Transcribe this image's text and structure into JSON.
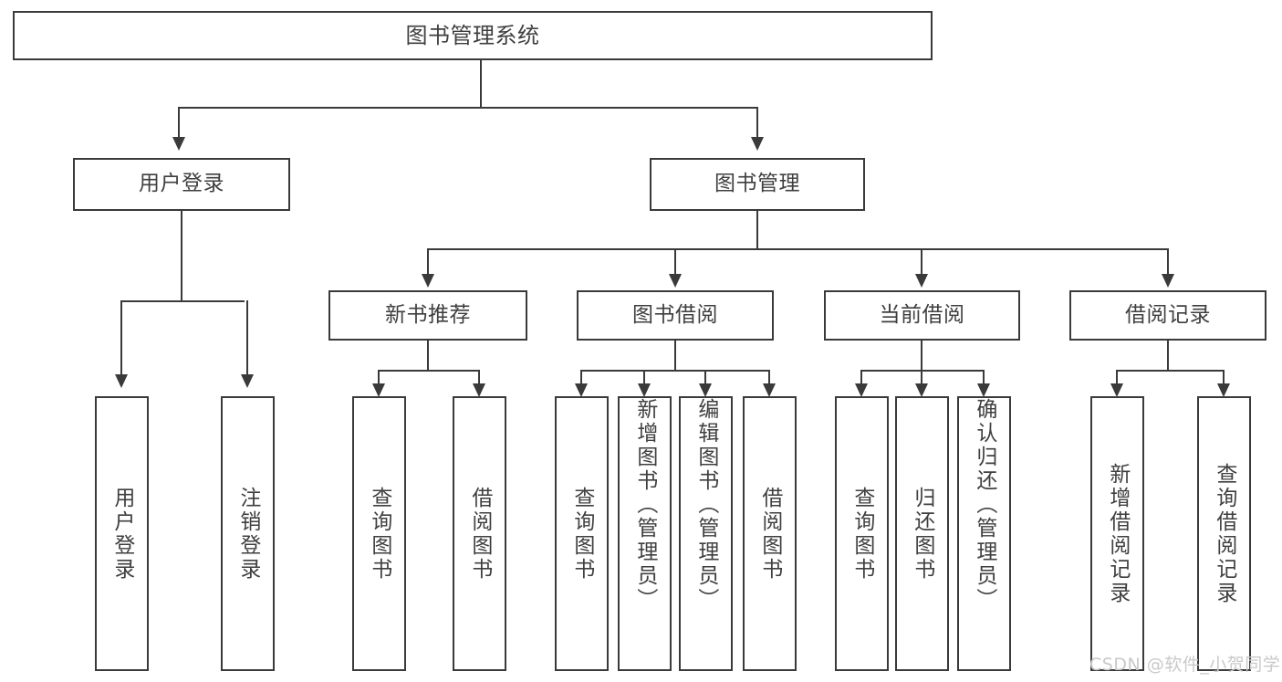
{
  "diagram": {
    "title": "图书管理系统",
    "type": "hierarchy-tree",
    "watermark": "CSDN @软件_小贺同学",
    "colors": {
      "box_border": "#3a3a3a",
      "box_fill": "#ffffff",
      "text": "#3f3f3f",
      "connector": "#3a3a3a",
      "watermark": "#c9c9c9",
      "background": "#ffffff"
    },
    "levels": {
      "level1": [
        "图书管理系统"
      ],
      "level2": [
        "用户登录",
        "图书管理"
      ],
      "level3": [
        "新书推荐",
        "图书借阅",
        "当前借阅",
        "借阅记录"
      ],
      "level4": [
        "用户登录",
        "注销登录",
        "查询图书",
        "借阅图书",
        "查询图书",
        "新增图书（管理员）",
        "编辑图书（管理员）",
        "借阅图书",
        "查询图书",
        "归还图书",
        "确认归还（管理员）",
        "新增借阅记录",
        "查询借阅记录"
      ]
    },
    "nodes": {
      "root": {
        "label": "图书管理系统"
      },
      "user_login": {
        "label": "用户登录"
      },
      "book_manage": {
        "label": "图书管理"
      },
      "new_book_rec": {
        "label": "新书推荐"
      },
      "book_borrow": {
        "label": "图书借阅"
      },
      "current_borrow": {
        "label": "当前借阅"
      },
      "borrow_record": {
        "label": "借阅记录"
      },
      "leaf_user_login": {
        "label": "用户登录"
      },
      "leaf_user_logout": {
        "label": "注销登录"
      },
      "leaf_nbr_query": {
        "label": "查询图书"
      },
      "leaf_nbr_borrow": {
        "label": "借阅图书"
      },
      "leaf_bb_query": {
        "label": "查询图书"
      },
      "leaf_bb_add": {
        "label": "新增图书（管理员）"
      },
      "leaf_bb_edit": {
        "label": "编辑图书（管理员）"
      },
      "leaf_bb_borrow": {
        "label": "借阅图书"
      },
      "leaf_cb_query": {
        "label": "查询图书"
      },
      "leaf_cb_return": {
        "label": "归还图书"
      },
      "leaf_cb_confirm": {
        "label": "确认归还（管理员）"
      },
      "leaf_br_add": {
        "label": "新增借阅记录"
      },
      "leaf_br_query": {
        "label": "查询借阅记录"
      }
    }
  }
}
